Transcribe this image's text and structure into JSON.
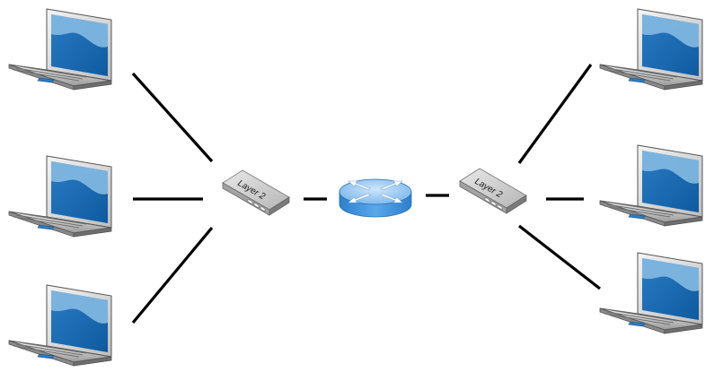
{
  "diagram": {
    "switches": [
      {
        "id": "switch-left",
        "label": "Layer 2"
      },
      {
        "id": "switch-right",
        "label": "Layer 2"
      }
    ],
    "router": {
      "id": "router",
      "icon": "router-icon"
    },
    "laptops": [
      {
        "id": "laptop-left-top",
        "icon": "laptop-icon"
      },
      {
        "id": "laptop-left-middle",
        "icon": "laptop-icon"
      },
      {
        "id": "laptop-left-bottom",
        "icon": "laptop-icon"
      },
      {
        "id": "laptop-right-top",
        "icon": "laptop-icon"
      },
      {
        "id": "laptop-right-middle",
        "icon": "laptop-icon"
      },
      {
        "id": "laptop-right-bottom",
        "icon": "laptop-icon"
      }
    ],
    "connections": [
      {
        "from": "laptop-left-top",
        "to": "switch-left"
      },
      {
        "from": "laptop-left-middle",
        "to": "switch-left"
      },
      {
        "from": "laptop-left-bottom",
        "to": "switch-left"
      },
      {
        "from": "switch-left",
        "to": "router"
      },
      {
        "from": "router",
        "to": "switch-right"
      },
      {
        "from": "switch-right",
        "to": "laptop-right-top"
      },
      {
        "from": "switch-right",
        "to": "laptop-right-middle"
      },
      {
        "from": "switch-right",
        "to": "laptop-right-bottom"
      }
    ],
    "colors": {
      "screen_blue": "#1f6fb5",
      "screen_light": "#7fb6e0",
      "router_blue": "#3a8fd6",
      "switch_grey": "#c8c8c8",
      "link": "#000000"
    }
  }
}
